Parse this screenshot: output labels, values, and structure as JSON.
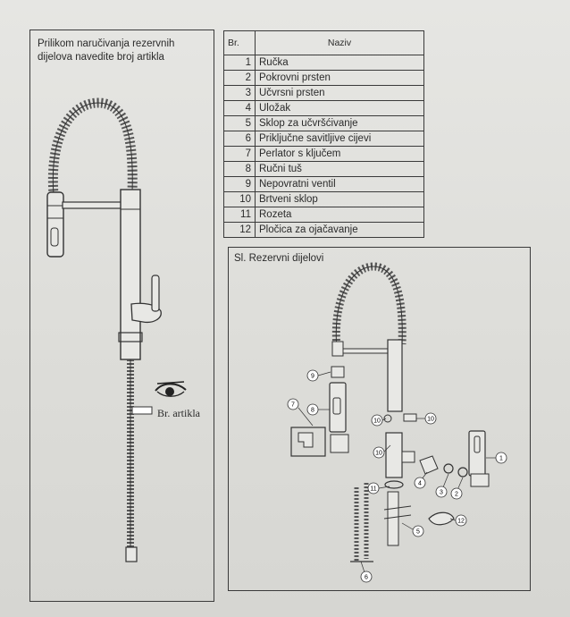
{
  "left_panel": {
    "instruction": "Prilikom naručivanja rezervnih dijelova navedite broj artikla",
    "article_label": "Br. artikla"
  },
  "parts_table": {
    "headers": {
      "number": "Br.",
      "name": "Naziv"
    },
    "rows": [
      {
        "number": "1",
        "name": "Ručka"
      },
      {
        "number": "2",
        "name": "Pokrovni prsten"
      },
      {
        "number": "3",
        "name": "Učvrsni prsten"
      },
      {
        "number": "4",
        "name": "Uložak"
      },
      {
        "number": "5",
        "name": "Sklop za učvršćivanje"
      },
      {
        "number": "6",
        "name": "Priključne savitljive cijevi"
      },
      {
        "number": "7",
        "name": "Perlator s ključem"
      },
      {
        "number": "8",
        "name": "Ručni tuš"
      },
      {
        "number": "9",
        "name": "Nepovratni ventil"
      },
      {
        "number": "10",
        "name": "Brtveni sklop"
      },
      {
        "number": "11",
        "name": "Rozeta"
      },
      {
        "number": "12",
        "name": "Pločica za ojačavanje"
      }
    ]
  },
  "figure": {
    "caption": "Sl. Rezervni dijelovi",
    "callouts": [
      "1",
      "2",
      "3",
      "4",
      "5",
      "6",
      "7",
      "8",
      "9",
      "10",
      "10",
      "10",
      "11",
      "12"
    ]
  },
  "icons": [
    "faucet-drawing",
    "eye-icon",
    "exploded-parts-drawing"
  ]
}
